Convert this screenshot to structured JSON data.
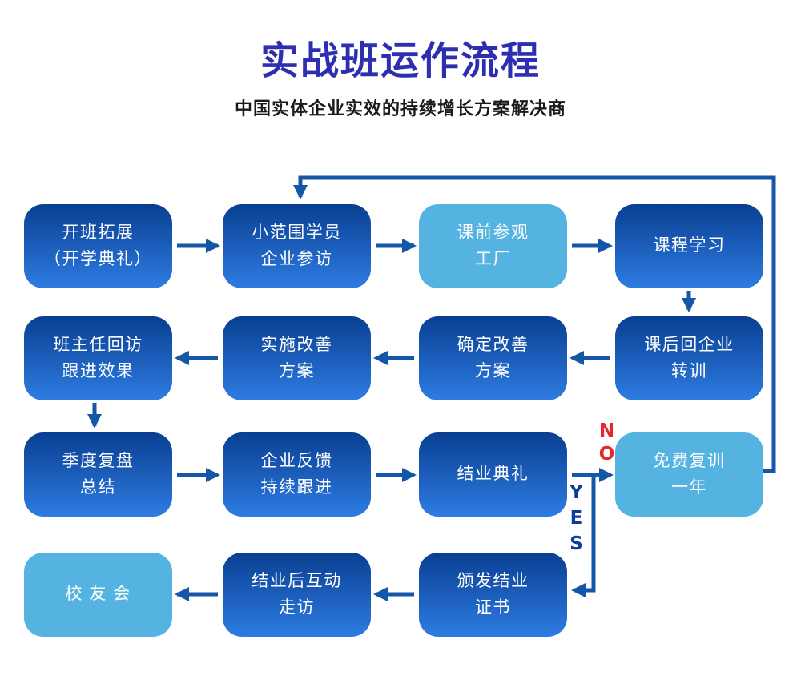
{
  "header": {
    "title": "实战班运作流程",
    "subtitle": "中国实体企业实效的持续增长方案解决商"
  },
  "nodes": {
    "kickoff": "开班拓展\n（开学典礼）",
    "visit": "小范围学员\n企业参访",
    "factory": "课前参观\n工厂",
    "course": "课程学习",
    "transfer": "课后回企业\n转训",
    "confirm": "确定改善\n方案",
    "implement": "实施改善\n方案",
    "teacher": "班主任回访\n跟进效果",
    "quarterly": "季度复盘\n总结",
    "feedback": "企业反馈\n持续跟进",
    "ceremony": "结业典礼",
    "retrain": "免费复训\n一年",
    "certificate": "颁发结业\n证书",
    "interaction": "结业后互动\n走访",
    "alumni": "校 友 会"
  },
  "labels": {
    "no": "NO",
    "yes": "YES"
  },
  "edges": [
    {
      "from": "kickoff",
      "to": "visit"
    },
    {
      "from": "visit",
      "to": "factory"
    },
    {
      "from": "factory",
      "to": "course"
    },
    {
      "from": "course",
      "to": "transfer"
    },
    {
      "from": "transfer",
      "to": "confirm"
    },
    {
      "from": "confirm",
      "to": "implement"
    },
    {
      "from": "implement",
      "to": "teacher"
    },
    {
      "from": "teacher",
      "to": "quarterly"
    },
    {
      "from": "quarterly",
      "to": "feedback"
    },
    {
      "from": "feedback",
      "to": "ceremony"
    },
    {
      "from": "ceremony",
      "to": "retrain",
      "label": "NO"
    },
    {
      "from": "ceremony",
      "to": "certificate",
      "label": "YES"
    },
    {
      "from": "retrain",
      "to": "visit",
      "label": "loop-back"
    },
    {
      "from": "certificate",
      "to": "interaction"
    },
    {
      "from": "interaction",
      "to": "alumni"
    }
  ],
  "colors": {
    "title_color": "#2e2fb0",
    "subtitle_color": "#1a1a1a",
    "dark_box_top": "#093f92",
    "dark_box_bottom": "#2e7ce2",
    "light_box": "#55b3e1",
    "arrow_color": "#1456a8",
    "no_color": "#e5262b",
    "yes_color": "#0b3e9c"
  }
}
